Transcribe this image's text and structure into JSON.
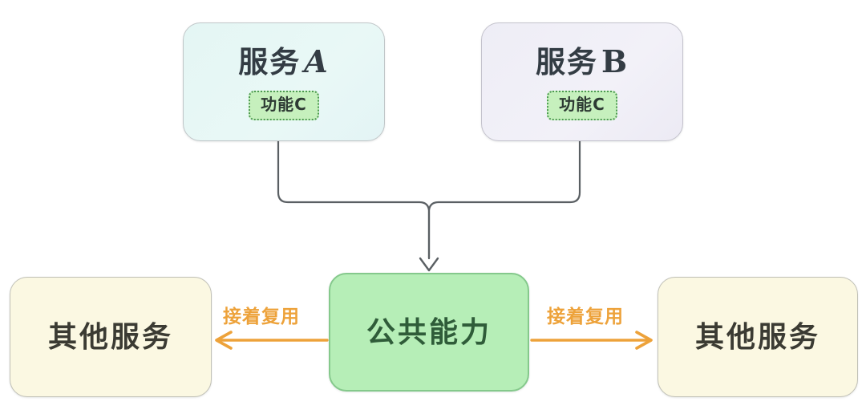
{
  "diagram": {
    "background_color": "#ffffff",
    "nodes": {
      "service_a": {
        "title_cn": "服务",
        "title_latin": "A",
        "badge": {
          "label_cn": "功能",
          "label_latin": "C"
        },
        "fill": "#e6f7f5",
        "text_color": "#333c44"
      },
      "service_b": {
        "title_cn": "服务",
        "title_latin": "B",
        "badge": {
          "label_cn": "功能",
          "label_latin": "C"
        },
        "fill": "#f0eff7",
        "text_color": "#333c44"
      },
      "common_capability": {
        "title": "公共能力",
        "fill": "#b6eeb7",
        "border": "#85c98c",
        "text_color": "#2f5c39"
      },
      "other_service_left": {
        "title": "其他服务",
        "fill": "#fbf8e2",
        "text_color": "#3b3b33"
      },
      "other_service_right": {
        "title": "其他服务",
        "fill": "#fbf8e2",
        "text_color": "#3b3b33"
      }
    },
    "edges": {
      "merge_to_common": {
        "label": "",
        "color": "#5a5f63",
        "direction": "down",
        "from": [
          "service_a.badge",
          "service_b.badge"
        ],
        "to": "common_capability"
      },
      "reuse_left": {
        "label": "接着复用",
        "color": "#eda23a",
        "direction": "left",
        "from": "common_capability",
        "to": "other_service_left"
      },
      "reuse_right": {
        "label": "接着复用",
        "color": "#eda23a",
        "direction": "right",
        "from": "common_capability",
        "to": "other_service_right"
      }
    }
  }
}
